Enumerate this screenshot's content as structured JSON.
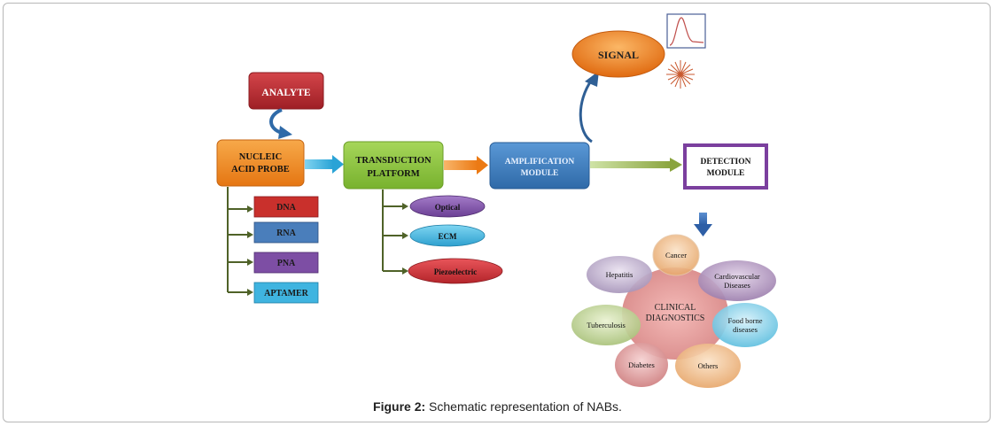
{
  "figure": {
    "caption_label": "Figure 2:",
    "caption_text": " Schematic representation of NABs."
  },
  "nodes": {
    "analyte": "ANALYTE",
    "probe_line1": "NUCLEIC",
    "probe_line2": "ACID PROBE",
    "transduction_line1": "TRANSDUCTION",
    "transduction_line2": "PLATFORM",
    "amplification_line1": "AMPLIFICATION",
    "amplification_line2": "MODULE",
    "detection_line1": "DETECTION",
    "detection_line2": "MODULE",
    "signal": "SIGNAL"
  },
  "probe_types": [
    "DNA",
    "RNA",
    "PNA",
    "APTAMER"
  ],
  "transduction_types": [
    "Optical",
    "ECM",
    "Piezoelectric"
  ],
  "clinical": {
    "center_line1": "CLINICAL",
    "center_line2": "DIAGNOSTICS",
    "cancer": "Cancer",
    "cardio_line1": "Cardiovascular",
    "cardio_line2": "Diseases",
    "food_line1": "Food borne",
    "food_line2": "diseases",
    "others": "Others",
    "diabetes": "Diabetes",
    "tuberculosis": "Tuberculosis",
    "hepatitis": "Hepatitis"
  },
  "colors": {
    "analyte": "#b8292f",
    "probe": "#f28a1c",
    "transduction": "#8dc63f",
    "amplification": "#3f7fc4",
    "detection_border": "#7b3f9e",
    "signal": "#f28a1c",
    "dna": "#c9302c",
    "rna": "#4a7ebb",
    "pna": "#7d4ea4",
    "aptamer": "#3fb4e0"
  }
}
